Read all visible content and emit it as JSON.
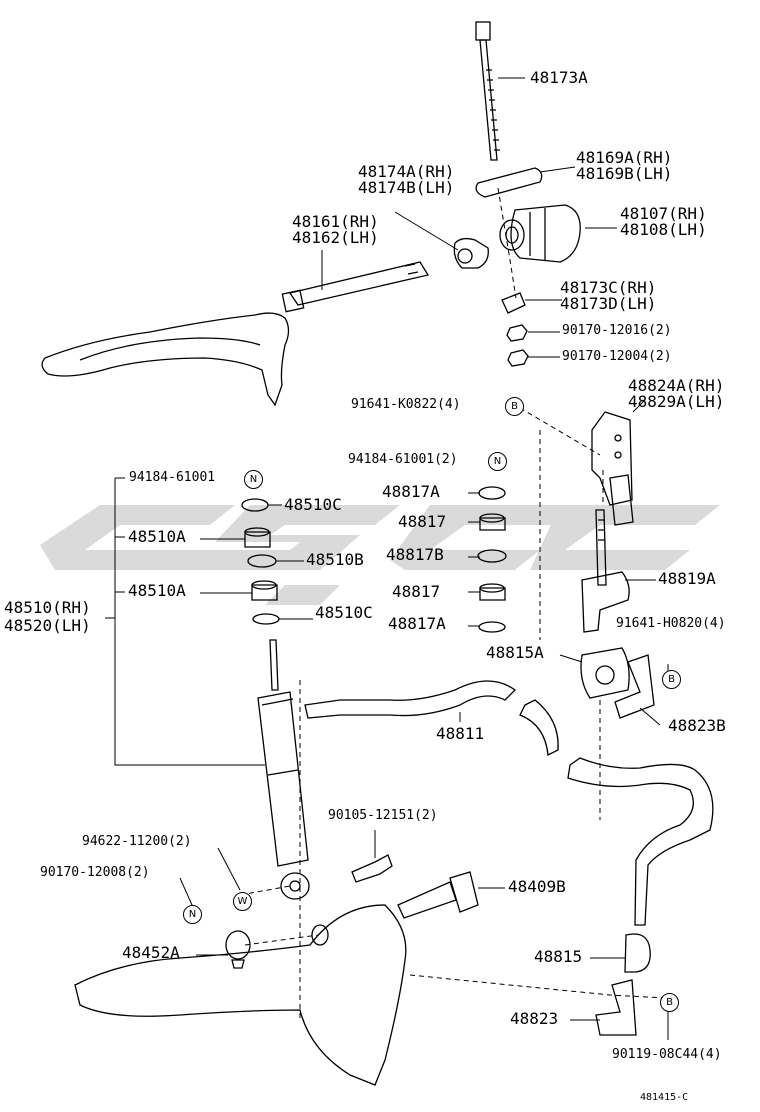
{
  "watermark": "csc",
  "footer_code": "481415-C",
  "parts": {
    "p48173A": "48173A",
    "p48169_rh": "48169A(RH)",
    "p48169_lh": "48169B(LH)",
    "p48174_rh": "48174A(RH)",
    "p48174_lh": "48174B(LH)",
    "p48161_rh": "48161(RH)",
    "p48162_lh": "48162(LH)",
    "p48107_rh": "48107(RH)",
    "p48108_lh": "48108(LH)",
    "p48173C_rh": "48173C(RH)",
    "p48173D_lh": "48173D(LH)",
    "nut_16": "90170-12016(2)",
    "nut_04": "90170-12004(2)",
    "bolt_k0822": "91641-K0822(4)",
    "p48824_rh": "48824A(RH)",
    "p48829_lh": "48829A(LH)",
    "nut_61001_left": "94184-61001",
    "nut_61001_right": "94184-61001(2)",
    "p48510C_top": "48510C",
    "p48510A_1": "48510A",
    "p48510B": "48510B",
    "p48510A_2": "48510A",
    "p48510C_bot": "48510C",
    "p48510_rh": "48510(RH)",
    "p48520_lh": "48520(LH)",
    "p48817A_top": "48817A",
    "p48817_1": "48817",
    "p48817B": "48817B",
    "p48817_2": "48817",
    "p48817A_bot": "48817A",
    "p48819A": "48819A",
    "bolt_h0820": "91641-H0820(4)",
    "p48815A": "48815A",
    "p48823B": "48823B",
    "p48811": "48811",
    "bolt_12151": "90105-12151(2)",
    "washer_11200": "94622-11200(2)",
    "nut_12008": "90170-12008(2)",
    "p48409B": "48409B",
    "p48452A": "48452A",
    "p48815": "48815",
    "p48823": "48823",
    "bolt_08c44": "90119-08C44(4)"
  },
  "callouts": {
    "N": "N",
    "W": "W",
    "B": "B"
  }
}
